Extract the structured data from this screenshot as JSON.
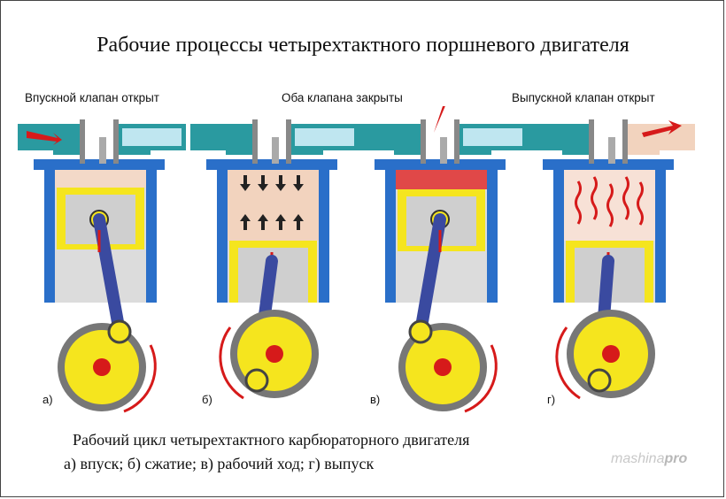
{
  "title": "Рабочие процессы четырехтактного поршневого двигателя",
  "stages": [
    {
      "top_label": "Впускной клапан открыт",
      "letter": "а)"
    },
    {
      "top_label": "Оба клапана закрыты",
      "letter": "б)"
    },
    {
      "top_label": "",
      "letter": "в)"
    },
    {
      "top_label": "Выпускной клапан открыт",
      "letter": "г)"
    }
  ],
  "caption_line1": "Рабочий цикл четырехтактного карбюраторного двигателя",
  "caption_line2": "а) впуск; б) сжатие; в) рабочий ход; г) выпуск",
  "watermark": {
    "part1": "mashina",
    "part2": "pro"
  },
  "colors": {
    "cylinder_wall": "#2a6fc9",
    "piston": "#f5e51e",
    "manifold": "#2a9aa0",
    "flywheel": "#f5e51e",
    "arrow": "#d61a1a",
    "rod": "#3a4aa0"
  }
}
